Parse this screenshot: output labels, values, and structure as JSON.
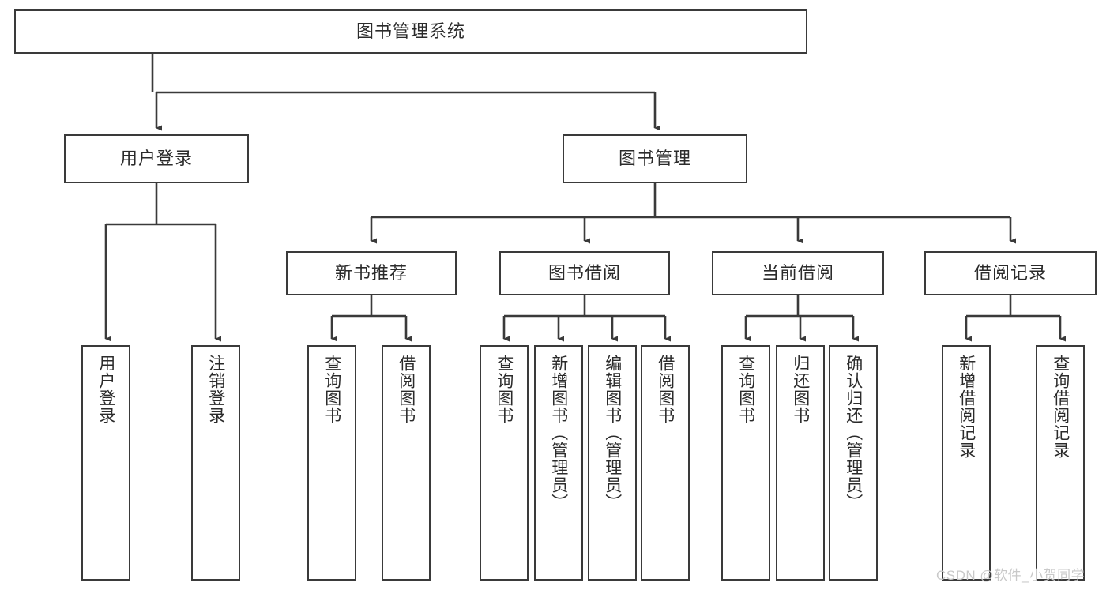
{
  "diagram": {
    "title": "图书管理系统",
    "type": "tree",
    "watermark": "CSDN @软件_小贺同学",
    "stroke_color": "#3a3a3a",
    "text_color": "#2b2b2b",
    "background": "#ffffff",
    "levels": {
      "root": {
        "label": "图书管理系统"
      },
      "level2": [
        {
          "label": "用户登录"
        },
        {
          "label": "图书管理"
        }
      ],
      "level3": [
        {
          "label": "新书推荐"
        },
        {
          "label": "图书借阅"
        },
        {
          "label": "当前借阅"
        },
        {
          "label": "借阅记录"
        }
      ],
      "leaves": {
        "user_login": [
          {
            "label": "用户登录"
          },
          {
            "label": "注销登录"
          }
        ],
        "new_book_recommend": [
          {
            "label": "查询图书"
          },
          {
            "label": "借阅图书"
          }
        ],
        "book_borrow": [
          {
            "label": "查询图书"
          },
          {
            "label": "新增图书（管理员）"
          },
          {
            "label": "编辑图书（管理员）"
          },
          {
            "label": "借阅图书"
          }
        ],
        "current_borrow": [
          {
            "label": "查询图书"
          },
          {
            "label": "归还图书"
          },
          {
            "label": "确认归还（管理员）"
          }
        ],
        "borrow_record": [
          {
            "label": "新增借阅记录"
          },
          {
            "label": "查询借阅记录"
          }
        ]
      }
    }
  }
}
